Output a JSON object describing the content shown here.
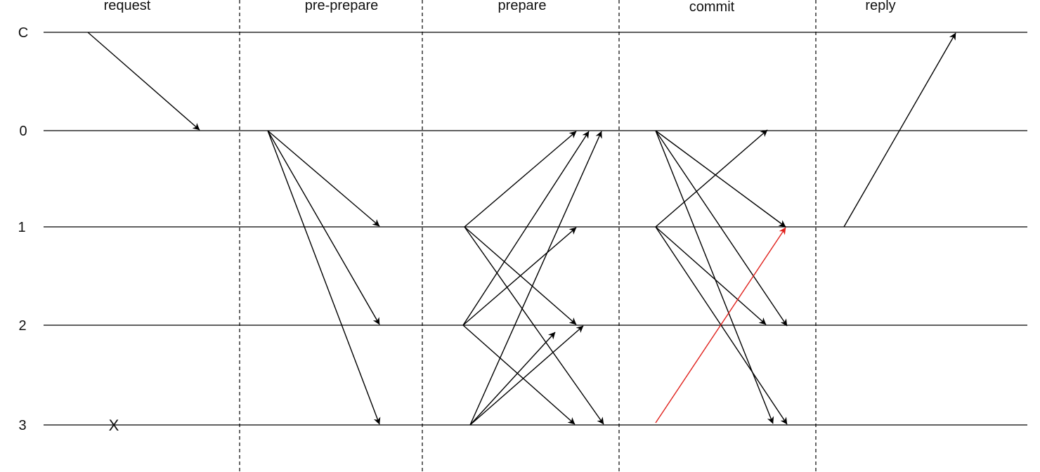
{
  "phases": [
    {
      "key": "request",
      "label": "request"
    },
    {
      "key": "pre_prepare",
      "label": "pre-prepare"
    },
    {
      "key": "prepare",
      "label": "prepare"
    },
    {
      "key": "commit",
      "label": "commit"
    },
    {
      "key": "reply",
      "label": "reply"
    }
  ],
  "nodes": [
    {
      "key": "C",
      "label": "C"
    },
    {
      "key": "0",
      "label": "0"
    },
    {
      "key": "1",
      "label": "1"
    },
    {
      "key": "2",
      "label": "2"
    },
    {
      "key": "3",
      "label": "3"
    }
  ],
  "crash": {
    "node": "3",
    "phase": "request",
    "label": "X"
  },
  "colors": {
    "line": "#000000",
    "highlight": "#e0201b"
  },
  "messages": [
    {
      "phase": "request",
      "from": "C",
      "to": "0"
    },
    {
      "phase": "pre_prepare",
      "from": "0",
      "to": "1"
    },
    {
      "phase": "pre_prepare",
      "from": "0",
      "to": "2"
    },
    {
      "phase": "pre_prepare",
      "from": "0",
      "to": "3"
    },
    {
      "phase": "prepare",
      "from": "1",
      "to": "0"
    },
    {
      "phase": "prepare",
      "from": "1",
      "to": "2"
    },
    {
      "phase": "prepare",
      "from": "1",
      "to": "3"
    },
    {
      "phase": "prepare",
      "from": "2",
      "to": "0"
    },
    {
      "phase": "prepare",
      "from": "2",
      "to": "1"
    },
    {
      "phase": "prepare",
      "from": "2",
      "to": "3"
    },
    {
      "phase": "prepare",
      "from": "3",
      "to": "0"
    },
    {
      "phase": "prepare",
      "from": "3",
      "to": "2"
    },
    {
      "phase": "prepare",
      "from": "3",
      "to": "2"
    },
    {
      "phase": "commit",
      "from": "0",
      "to": "1"
    },
    {
      "phase": "commit",
      "from": "0",
      "to": "2"
    },
    {
      "phase": "commit",
      "from": "0",
      "to": "3"
    },
    {
      "phase": "commit",
      "from": "1",
      "to": "0"
    },
    {
      "phase": "commit",
      "from": "1",
      "to": "2"
    },
    {
      "phase": "commit",
      "from": "1",
      "to": "3"
    },
    {
      "phase": "commit",
      "from": "3",
      "to": "1",
      "highlight": true
    },
    {
      "phase": "reply",
      "from": "1",
      "to": "C"
    }
  ]
}
